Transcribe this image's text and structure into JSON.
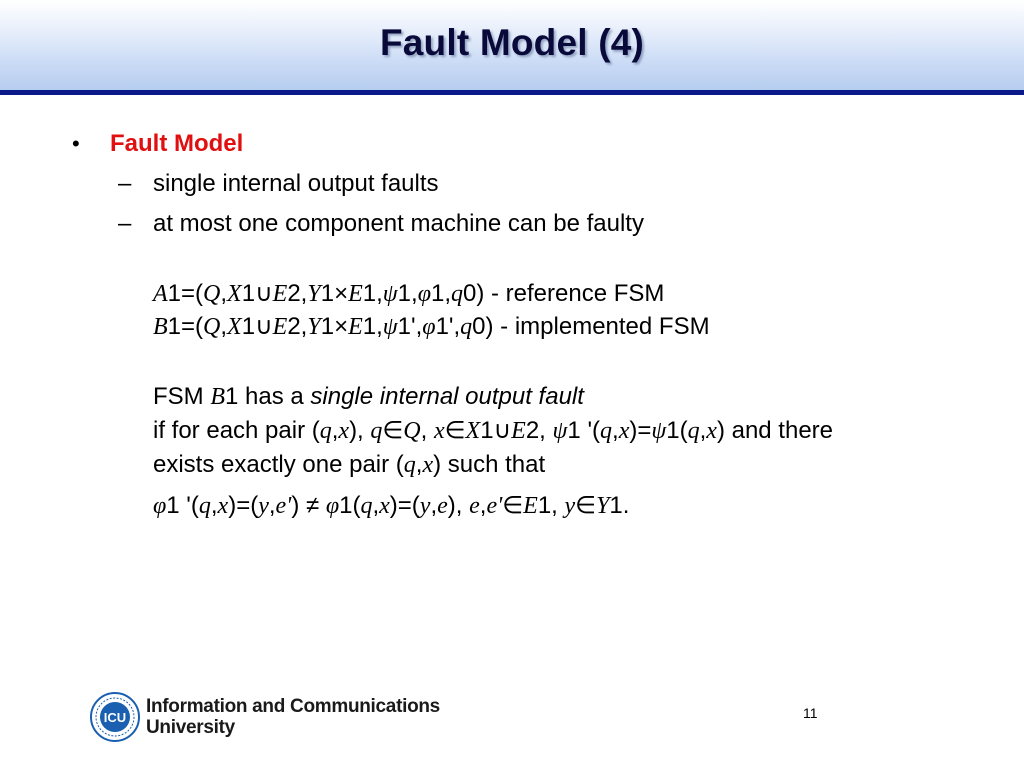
{
  "slide": {
    "title": "Fault Model (4)",
    "bullet": "Fault Model",
    "bullet_marker": "•",
    "dash": "–",
    "sub1": "single internal output faults",
    "sub2": "at most one component machine can be faulty",
    "a_def": {
      "name": "A",
      "eq": "1=(",
      "q": "Q",
      "comma1": ",",
      "x": "X",
      "one1": "1",
      "cup": "∪",
      "e2": "E",
      "two": "2,",
      "y": "Y",
      "one2": "1",
      "times": "×",
      "e1": "E",
      "one3": "1,",
      "psi": "ψ",
      "one4": "1,",
      "phi": "φ",
      "one5": "1,",
      "q0": "q",
      "zero": "0)",
      "desc": " - reference FSM"
    },
    "b_def": {
      "name": "B",
      "eq": "1=(",
      "q": "Q",
      "comma1": ",",
      "x": "X",
      "one1": "1",
      "cup": "∪",
      "e2": "E",
      "two": "2,",
      "y": "Y",
      "one2": "1",
      "times": "×",
      "e1": "E",
      "one3": "1,",
      "psi": "ψ",
      "one4": "1',",
      "phi": "φ",
      "one5": "1',",
      "q0": "q",
      "zero": "0)",
      "desc": " - implemented FSM"
    },
    "fsm_line": {
      "pre": "FSM ",
      "b": "B",
      "mid": "1 has a ",
      "term": "single internal output fault"
    },
    "cond_line": {
      "pre": "if for each pair (",
      "q": "q",
      "c1": ",",
      "x": "x",
      "p1": "), ",
      "q2": "q",
      "in1": "∈",
      "Q": "Q",
      "c2": ", ",
      "x2": "x",
      "in2": "∈",
      "X": "X",
      "one1": "1",
      "cup": "∪",
      "E": "E",
      "two": "2, ",
      "psi1": "ψ",
      "prime": "1 '(",
      "q3": "q",
      "c3": ",",
      "x3": "x",
      "eq": ")=",
      "psi2": "ψ",
      "one2": "1(",
      "q4": "q",
      "c4": ",",
      "x4": "x",
      "post": ") and there"
    },
    "exists_line": {
      "pre": "exists exactly one pair (",
      "q": "q",
      "c": ",",
      "x": "x",
      "post": ") such that"
    },
    "phi_line": {
      "phi1": "φ",
      "a": "1 '(",
      "q1": "q",
      "c1": ",",
      "x1": "x",
      "b": ")=(",
      "y1": "y",
      "c2": ",",
      "e1": "e'",
      "c": ") ",
      "neq": "≠",
      "sp": " ",
      "phi2": "φ",
      "d": "1(",
      "q2": "q",
      "c3": ",",
      "x2": "x",
      "e": ")=(",
      "y2": "y",
      "c4": ",",
      "e2": "e",
      "f": "), ",
      "e3": "e",
      "c5": ",",
      "e4": "e'",
      "in1": "∈",
      "E": "E",
      "g": "1, ",
      "y3": "y",
      "in2": "∈",
      "Y": "Y",
      "h": "1."
    },
    "page_number": "11"
  },
  "footer": {
    "logo_text": "ICU",
    "line1": "Information and Communications",
    "line2": "University"
  },
  "colors": {
    "title": "#0a0a3a",
    "header_rule": "#0a1a8a",
    "bullet": "#e01010",
    "logo_blue": "#1a5fb0"
  }
}
